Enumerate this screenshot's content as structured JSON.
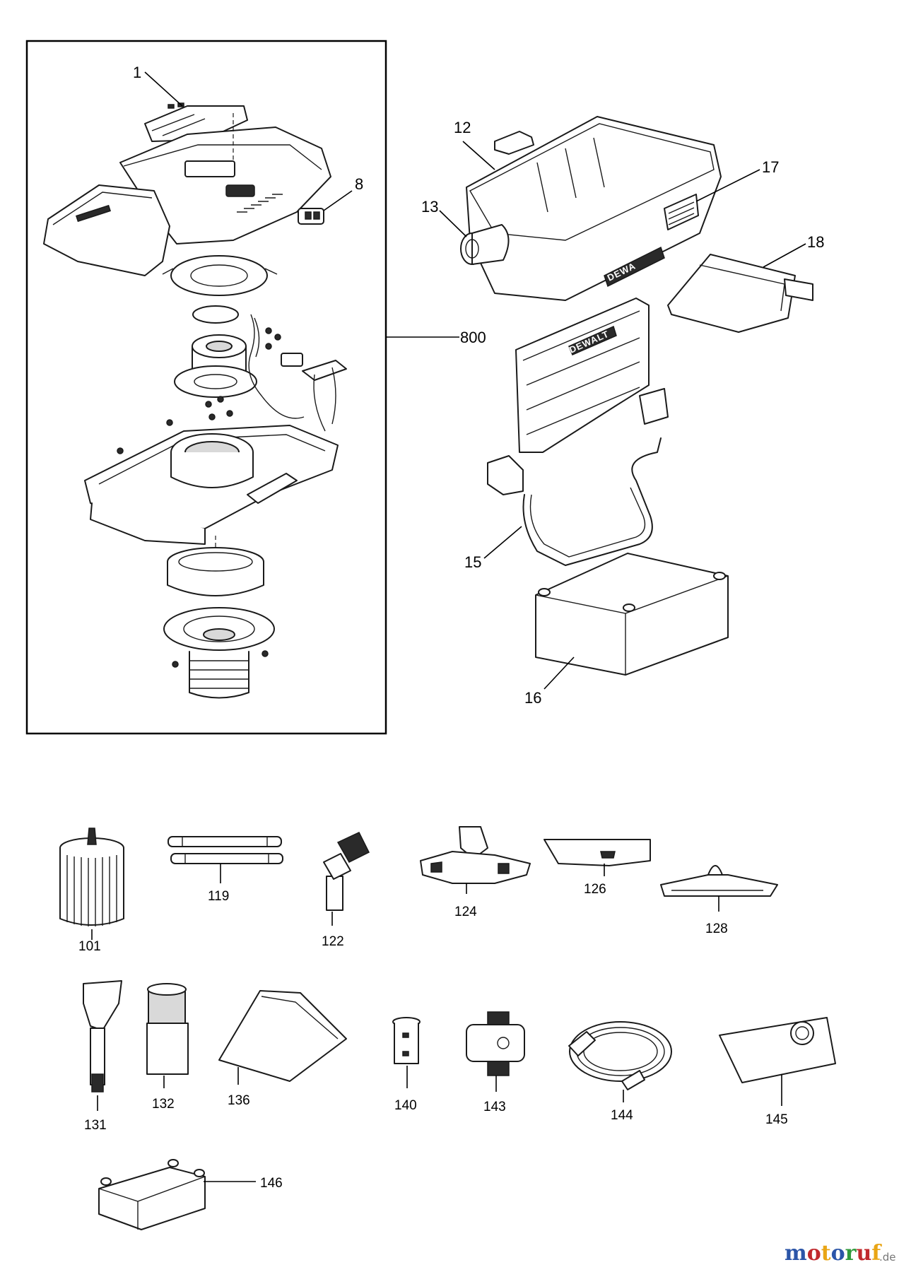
{
  "diagram": {
    "assembly_callout": "800",
    "brand_marks": [
      "DEWALT",
      "DEWA"
    ],
    "main_callouts": [
      "1",
      "8",
      "12",
      "13",
      "17",
      "18",
      "15",
      "16"
    ],
    "accessory_callouts": [
      "101",
      "119",
      "122",
      "124",
      "126",
      "128",
      "131",
      "132",
      "136",
      "140",
      "143",
      "144",
      "145",
      "146"
    ]
  },
  "watermark": {
    "text": "motoruf",
    "suffix": ".de",
    "colors": [
      "#2b55a8",
      "#c0282d",
      "#e9a515",
      "#2b55a8",
      "#2f9a3c",
      "#c0282d",
      "#e9a515"
    ]
  }
}
